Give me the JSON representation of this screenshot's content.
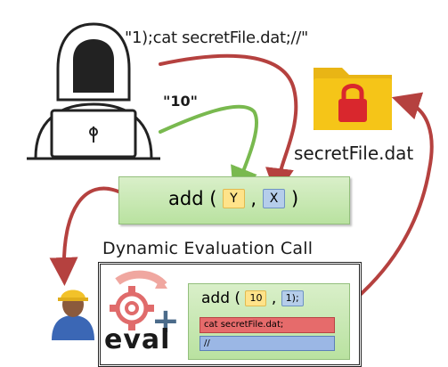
{
  "attacker": {
    "payload": "\"1);cat secretFile.dat;//\"",
    "input": "\"10\""
  },
  "file": {
    "name": "secretFile.dat"
  },
  "add_call": {
    "func": "add",
    "open": "(",
    "arg1": "Y",
    "sep": ",",
    "arg2": "X",
    "close": ")"
  },
  "caption": "Dynamic Evaluation Call",
  "eval_box": {
    "label": "eval",
    "func": "add",
    "open": "(",
    "arg1": "10",
    "sep": ",",
    "arg2": "1);",
    "cmd": "cat secretFile.dat;",
    "comment": "//"
  },
  "colors": {
    "attack_arrow": "#b5413f",
    "input_arrow": "#79b94f",
    "code_bg": "#c8e8b4",
    "lock": "#d9272d",
    "folder": "#f5c518"
  },
  "icons": [
    "hooded-hacker-icon",
    "locked-folder-icon",
    "gear-icon",
    "plus-icon",
    "engineer-icon"
  ]
}
